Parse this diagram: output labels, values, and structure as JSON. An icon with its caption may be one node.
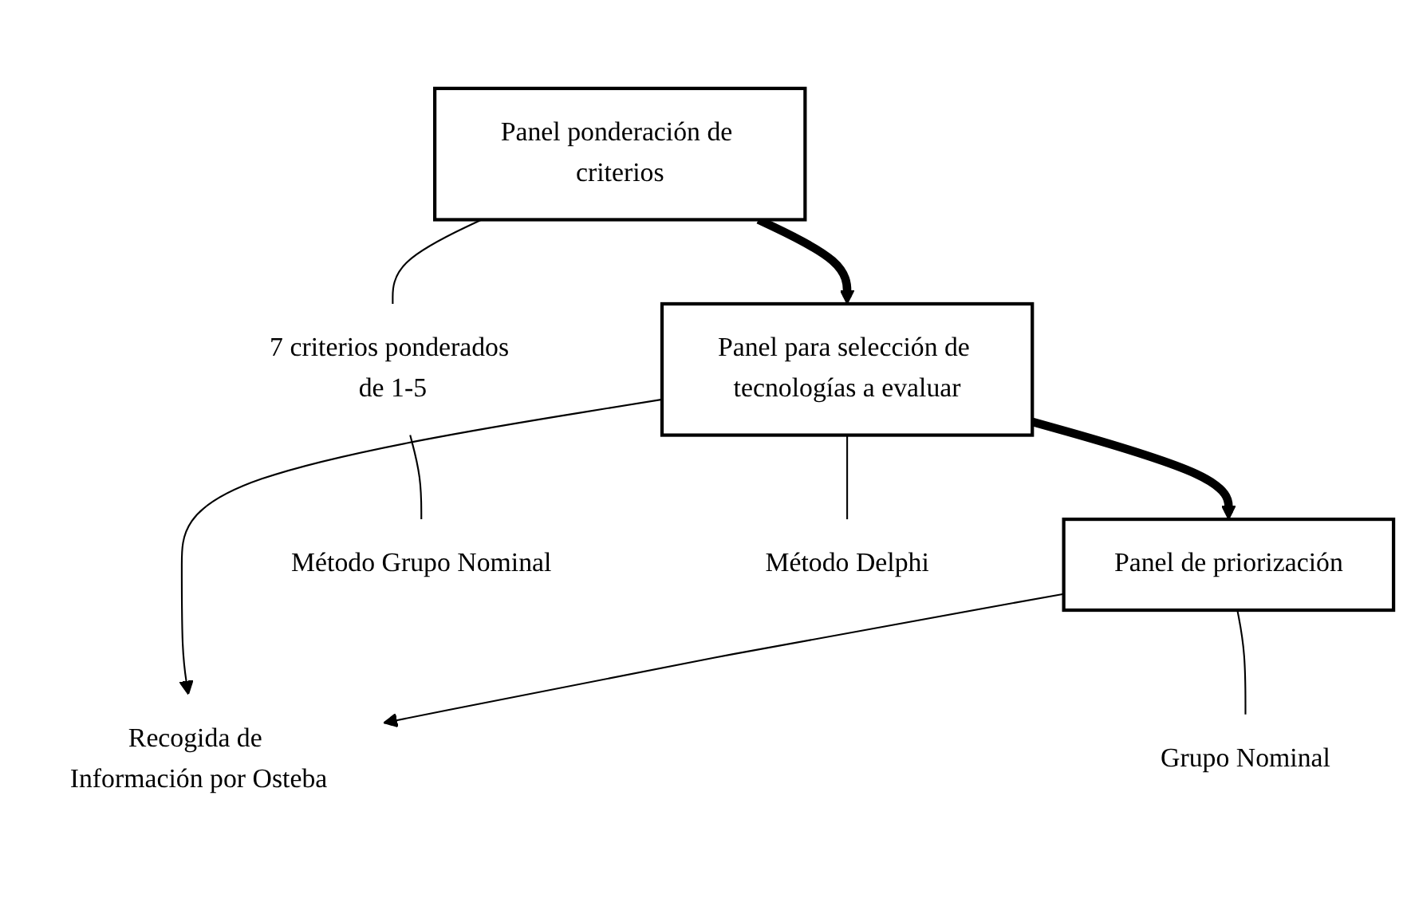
{
  "diagram": {
    "nodes": [
      {
        "text": [
          "Panel ponderación de criterios"
        ]
      },
      {
        "text": [
          "Panel para selección de tecnologías a evaluar"
        ]
      },
      {
        "text": [
          "Panel de priorización"
        ]
      },
      {
        "text": [
          "7 criterios ponderados de 1-5"
        ]
      },
      {
        "text": [
          "Método Grupo Nominal"
        ]
      },
      {
        "text": [
          "Método Delphi"
        ]
      },
      {
        "text": [
          "Recogida de Información por Osteba"
        ]
      },
      {
        "text": [
          "Grupo Nominal"
        ]
      }
    ],
    "edges": [
      {
        "from": 0,
        "to": 1,
        "arrow": "to",
        "style": "thick"
      },
      {
        "from": 1,
        "to": 2,
        "arrow": "to",
        "style": "thick"
      },
      {
        "from": 0,
        "to": 3,
        "arrow": "none"
      },
      {
        "from": 3,
        "to": 4,
        "arrow": "none"
      },
      {
        "from": 1,
        "to": 5,
        "arrow": "none"
      },
      {
        "from": 1,
        "to": 6,
        "arrow": "to"
      },
      {
        "from": 2,
        "to": 6,
        "arrow": "to"
      },
      {
        "from": 2,
        "to": 7,
        "arrow": "none"
      }
    ]
  }
}
